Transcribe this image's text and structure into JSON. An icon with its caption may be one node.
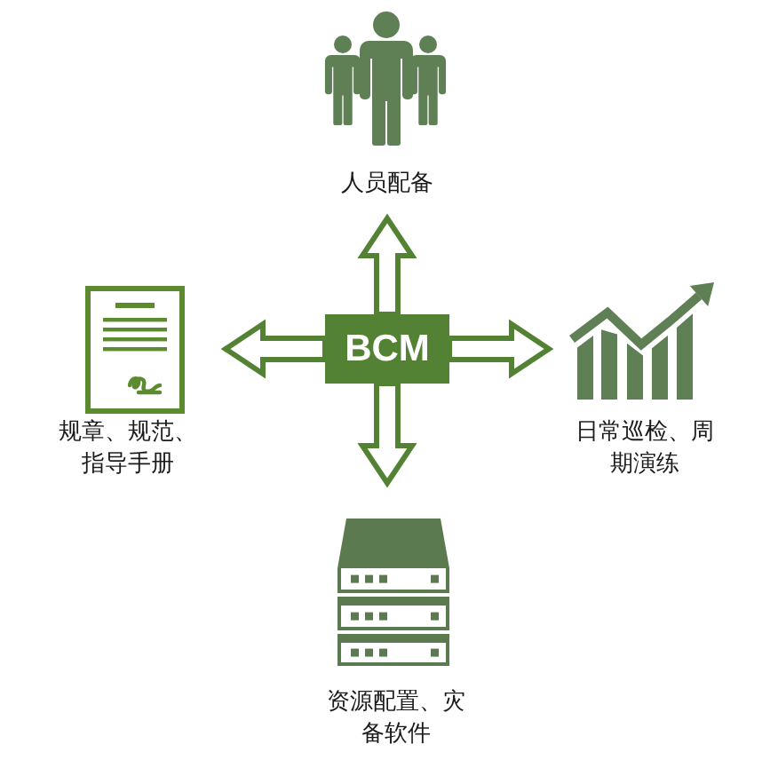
{
  "diagram": {
    "nodes": [
      {
        "text": [
          "人员配备"
        ]
      },
      {
        "text": [
          "规章、规范、指导手册"
        ]
      },
      {
        "text": [
          "BCM"
        ]
      },
      {
        "text": [
          "日常巡检、周期演练"
        ]
      },
      {
        "text": [
          "资源配置、灾备软件"
        ]
      }
    ],
    "edges": [
      {
        "from": 2,
        "to": 0,
        "arrow": "to"
      },
      {
        "from": 2,
        "to": 1,
        "arrow": "to"
      },
      {
        "from": 2,
        "to": 3,
        "arrow": "to"
      },
      {
        "from": 2,
        "to": 4,
        "arrow": "to"
      }
    ]
  }
}
